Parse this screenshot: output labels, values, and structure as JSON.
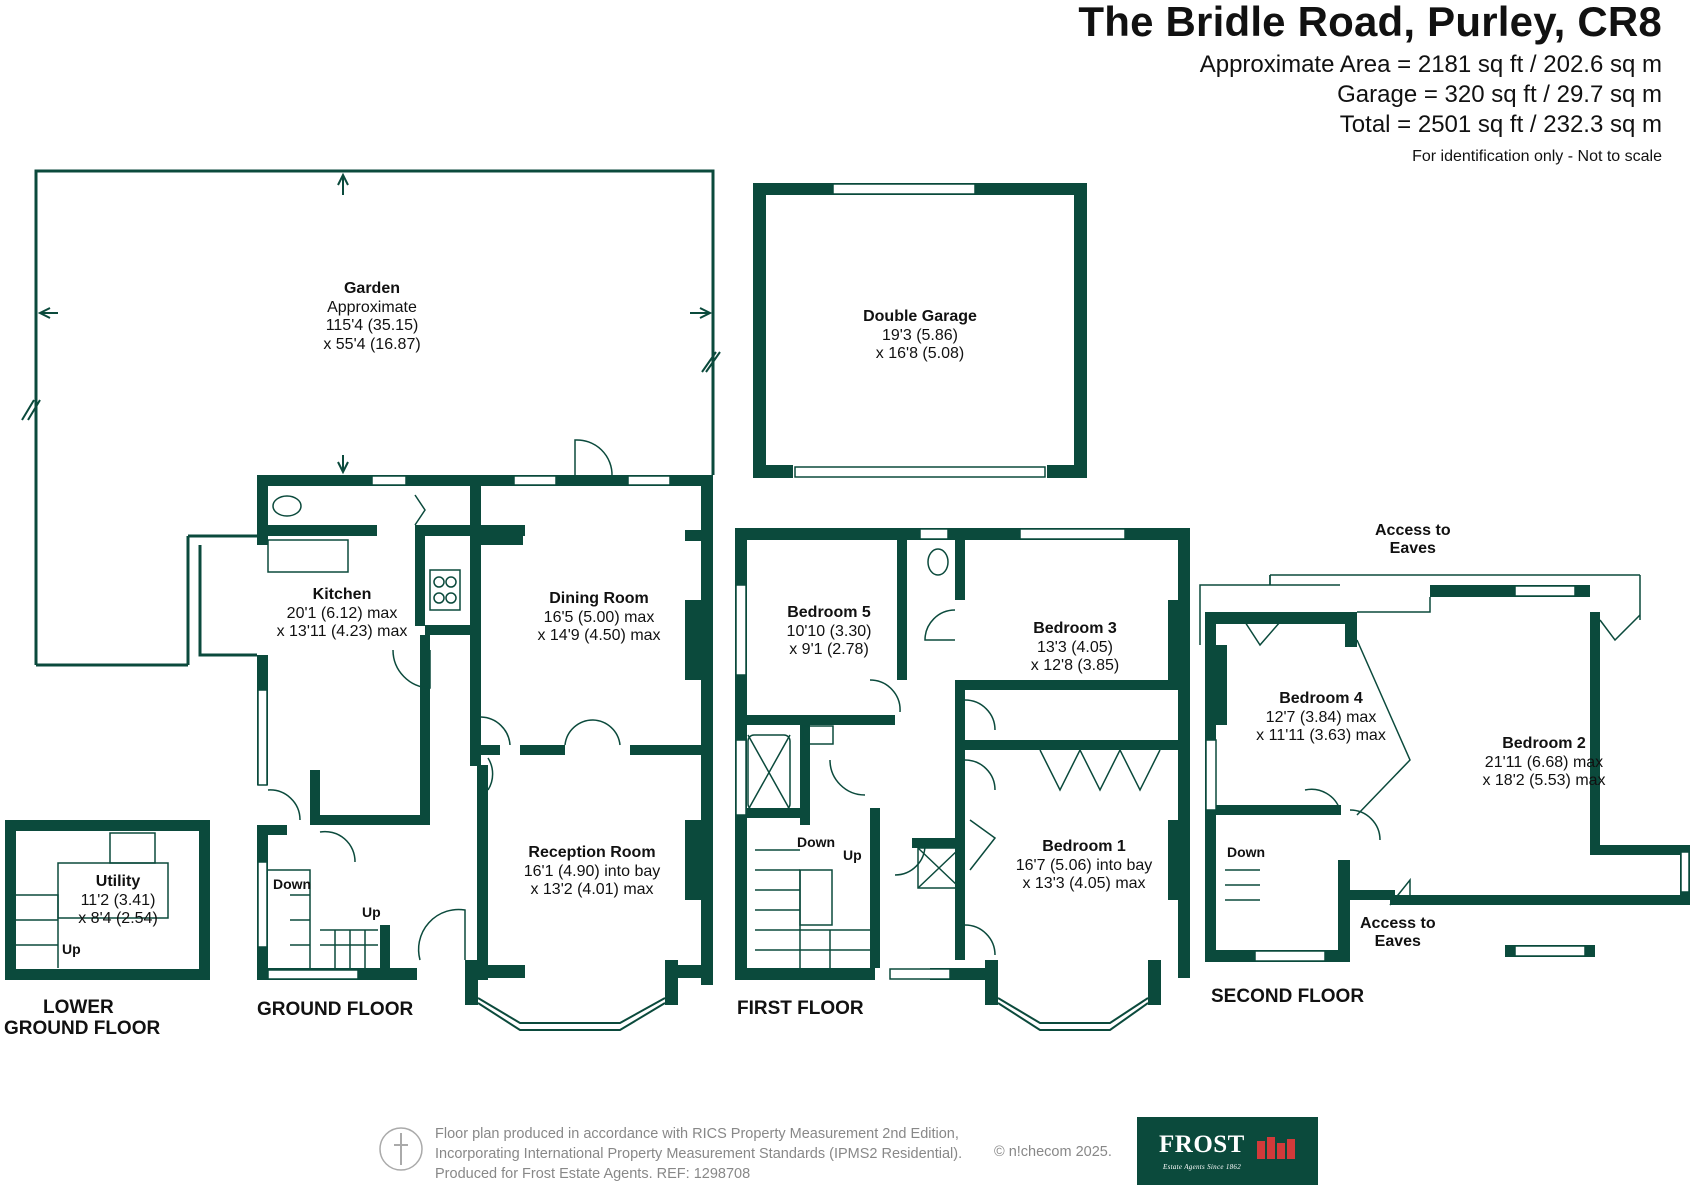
{
  "header": {
    "title": "The Bridle Road, Purley, CR8",
    "area_lines": [
      "Approximate Area = 2181 sq ft / 202.6 sq m",
      "Garage = 320 sq ft / 29.7 sq m",
      "Total = 2501 sq ft / 232.3 sq m"
    ],
    "note": "For identification only - Not to scale"
  },
  "rooms": {
    "garden": {
      "name": "Garden",
      "lines": [
        "Approximate",
        "115'4 (35.15)",
        "x 55'4 (16.87)"
      ]
    },
    "garage": {
      "name": "Double Garage",
      "lines": [
        "19'3 (5.86)",
        "x 16'8 (5.08)"
      ]
    },
    "kitchen": {
      "name": "Kitchen",
      "lines": [
        "20'1 (6.12) max",
        "x 13'11 (4.23) max"
      ]
    },
    "dining": {
      "name": "Dining Room",
      "lines": [
        "16'5 (5.00) max",
        "x 14'9 (4.50) max"
      ]
    },
    "reception": {
      "name": "Reception Room",
      "lines": [
        "16'1 (4.90) into bay",
        "x 13'2 (4.01) max"
      ]
    },
    "utility": {
      "name": "Utility",
      "lines": [
        "11'2 (3.41)",
        "x 8'4 (2.54)"
      ]
    },
    "bedroom5": {
      "name": "Bedroom 5",
      "lines": [
        "10'10 (3.30)",
        "x 9'1 (2.78)"
      ]
    },
    "bedroom3": {
      "name": "Bedroom 3",
      "lines": [
        "13'3 (4.05)",
        "x 12'8 (3.85)"
      ]
    },
    "bedroom1": {
      "name": "Bedroom 1",
      "lines": [
        "16'7 (5.06) into bay",
        "x 13'3 (4.05) max"
      ]
    },
    "bedroom4": {
      "name": "Bedroom 4",
      "lines": [
        "12'7 (3.84) max",
        "x 11'11 (3.63) max"
      ]
    },
    "bedroom2": {
      "name": "Bedroom 2",
      "lines": [
        "21'11 (6.68) max",
        "x 18'2 (5.53) max"
      ]
    }
  },
  "floors": {
    "lower_1": "LOWER",
    "lower_2": "GROUND FLOOR",
    "ground": "GROUND FLOOR",
    "first": "FIRST FLOOR",
    "second": "SECOND FLOOR"
  },
  "stairs": {
    "ground_down": "Down",
    "ground_up": "Up",
    "first_down": "Down",
    "first_up": "Up",
    "utility_up": "Up",
    "second_down": "Down"
  },
  "eaves": {
    "top_1": "Access to",
    "top_2": "Eaves",
    "bottom_1": "Access to",
    "bottom_2": "Eaves"
  },
  "footer": {
    "lines": [
      "Floor plan produced in accordance with RICS Property Measurement 2nd Edition,",
      "Incorporating International Property Measurement Standards (IPMS2 Residential).",
      "Produced for Frost Estate Agents.   REF:  1298708"
    ],
    "copyright": "© n!checom 2025."
  },
  "logo": {
    "name": "FROST",
    "tagline": "Estate Agents Since 1862"
  },
  "colors": {
    "wall": "#0b4a3c",
    "text": "#111111",
    "muted": "#888888"
  }
}
